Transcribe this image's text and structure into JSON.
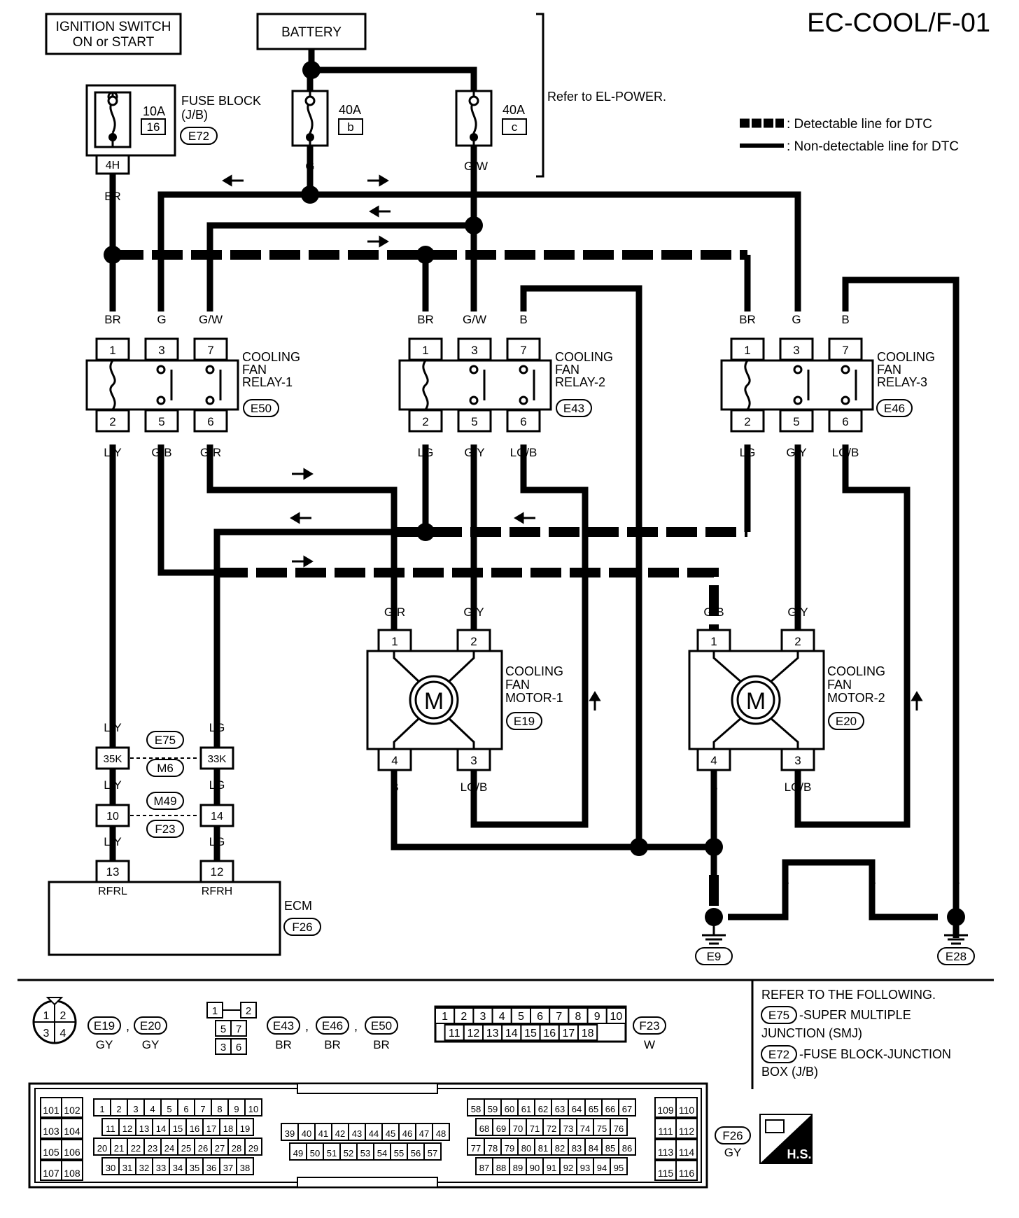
{
  "title": "EC-COOL/F-01",
  "header": {
    "ignition_line1": "IGNITION SWITCH",
    "ignition_line2": "ON or START",
    "battery": "BATTERY",
    "refer_power": "Refer to EL-POWER."
  },
  "fuse_block": {
    "label1": "FUSE BLOCK",
    "label2": "(J/B)",
    "connector": "E72",
    "fuse_amps": "10A",
    "fuse_no": "16",
    "terminal": "4H"
  },
  "fusible_links": [
    {
      "amps": "40A",
      "id": "b"
    },
    {
      "amps": "40A",
      "id": "c"
    }
  ],
  "legend": {
    "detectable": ": Detectable line for DTC",
    "non_detectable": ": Non-detectable line for DTC"
  },
  "relays": [
    {
      "name1": "COOLING",
      "name2": "FAN",
      "name3": "RELAY-1",
      "connector": "E50",
      "pins": [
        "1",
        "3",
        "7",
        "2",
        "5",
        "6"
      ],
      "wires_top": [
        "BR",
        "G",
        "G/W"
      ],
      "wires_bottom": [
        "L/Y",
        "G/B",
        "G/R"
      ]
    },
    {
      "name1": "COOLING",
      "name2": "FAN",
      "name3": "RELAY-2",
      "connector": "E43",
      "pins": [
        "1",
        "3",
        "7",
        "2",
        "5",
        "6"
      ],
      "wires_top": [
        "BR",
        "G/W",
        "B"
      ],
      "wires_bottom": [
        "LG",
        "G/Y",
        "LG/B"
      ]
    },
    {
      "name1": "COOLING",
      "name2": "FAN",
      "name3": "RELAY-3",
      "connector": "E46",
      "pins": [
        "1",
        "3",
        "7",
        "2",
        "5",
        "6"
      ],
      "wires_top": [
        "BR",
        "G",
        "B"
      ],
      "wires_bottom": [
        "LG",
        "G/Y",
        "LG/B"
      ]
    }
  ],
  "motors": [
    {
      "name1": "COOLING",
      "name2": "FAN",
      "name3": "MOTOR-1",
      "connector": "E19",
      "symbol": "M",
      "pins": [
        "1",
        "2",
        "4",
        "3"
      ],
      "wires_top": [
        "G/R",
        "G/Y"
      ],
      "wires_bottom": [
        "B",
        "LG/B"
      ]
    },
    {
      "name1": "COOLING",
      "name2": "FAN",
      "name3": "MOTOR-2",
      "connector": "E20",
      "symbol": "M",
      "pins": [
        "1",
        "2",
        "4",
        "3"
      ],
      "wires_top": [
        "G/B",
        "G/Y"
      ],
      "wires_bottom": [
        "B",
        "LG/B"
      ]
    }
  ],
  "wire_labels": {
    "g": "G",
    "gw": "G/W",
    "br": "BR",
    "ly": "L/Y",
    "lg": "LG",
    "b": "B"
  },
  "joints": {
    "j1": {
      "a": "E75",
      "b": "M6",
      "left": "35K",
      "right": "33K"
    },
    "j2": {
      "a": "M49",
      "b": "F23",
      "left": "10",
      "right": "14"
    }
  },
  "ecm": {
    "label": "ECM",
    "connector": "F26",
    "pins": [
      "13",
      "12"
    ],
    "terms": [
      "RFRL",
      "RFRH"
    ]
  },
  "grounds": [
    "E9",
    "E28"
  ],
  "refer": {
    "head": "REFER TO THE FOLLOWING.",
    "c1": "E75",
    "t1a": "-SUPER MULTIPLE",
    "t1b": "JUNCTION (SMJ)",
    "c2": "E72",
    "t2a": "-FUSE BLOCK-JUNCTION",
    "t2b": "BOX (J/B)"
  },
  "connectors": {
    "motor_pins": [
      "1",
      "2",
      "3",
      "4"
    ],
    "c1": {
      "a": "E19",
      "b": "E20",
      "ca": "GY",
      "cb": "GY"
    },
    "relay_pins": [
      "1",
      "2",
      "5",
      "7",
      "3",
      "6"
    ],
    "c2": {
      "a": "E43",
      "b": "E46",
      "c": "E50",
      "ca": "BR",
      "cb": "BR",
      "cc": "BR"
    },
    "f23_row1": [
      "1",
      "2",
      "3",
      "4",
      "5",
      "6",
      "7",
      "8",
      "9",
      "10"
    ],
    "f23_row2": [
      "11",
      "12",
      "13",
      "14",
      "15",
      "16",
      "17",
      "18"
    ],
    "f23_name": "F23",
    "f23_color": "W",
    "f26_name": "F26",
    "f26_color": "GY",
    "hs": "H.S."
  },
  "ecm_connector": {
    "left_rows": [
      [
        "101",
        "102"
      ],
      [
        "103",
        "104"
      ],
      [
        "105",
        "106"
      ],
      [
        "107",
        "108"
      ]
    ],
    "right_rows": [
      [
        "109",
        "110"
      ],
      [
        "111",
        "112"
      ],
      [
        "113",
        "114"
      ],
      [
        "115",
        "116"
      ]
    ],
    "block_a": [
      [
        "1",
        "2",
        "3",
        "4",
        "5",
        "6",
        "7",
        "8",
        "9",
        "10"
      ],
      [
        "11",
        "12",
        "13",
        "14",
        "15",
        "16",
        "17",
        "18",
        "19"
      ],
      [
        "20",
        "21",
        "22",
        "23",
        "24",
        "25",
        "26",
        "27",
        "28",
        "29"
      ],
      [
        "30",
        "31",
        "32",
        "33",
        "34",
        "35",
        "36",
        "37",
        "38"
      ]
    ],
    "block_b": [
      [
        "39",
        "40",
        "41",
        "42",
        "43",
        "44",
        "45",
        "46",
        "47",
        "48"
      ],
      [
        "49",
        "50",
        "51",
        "52",
        "53",
        "54",
        "55",
        "56",
        "57"
      ]
    ],
    "block_c": [
      [
        "58",
        "59",
        "60",
        "61",
        "62",
        "63",
        "64",
        "65",
        "66",
        "67"
      ],
      [
        "68",
        "69",
        "70",
        "71",
        "72",
        "73",
        "74",
        "75",
        "76"
      ],
      [
        "77",
        "78",
        "79",
        "80",
        "81",
        "82",
        "83",
        "84",
        "85",
        "86"
      ],
      [
        "87",
        "88",
        "89",
        "90",
        "91",
        "92",
        "93",
        "94",
        "95"
      ]
    ]
  }
}
